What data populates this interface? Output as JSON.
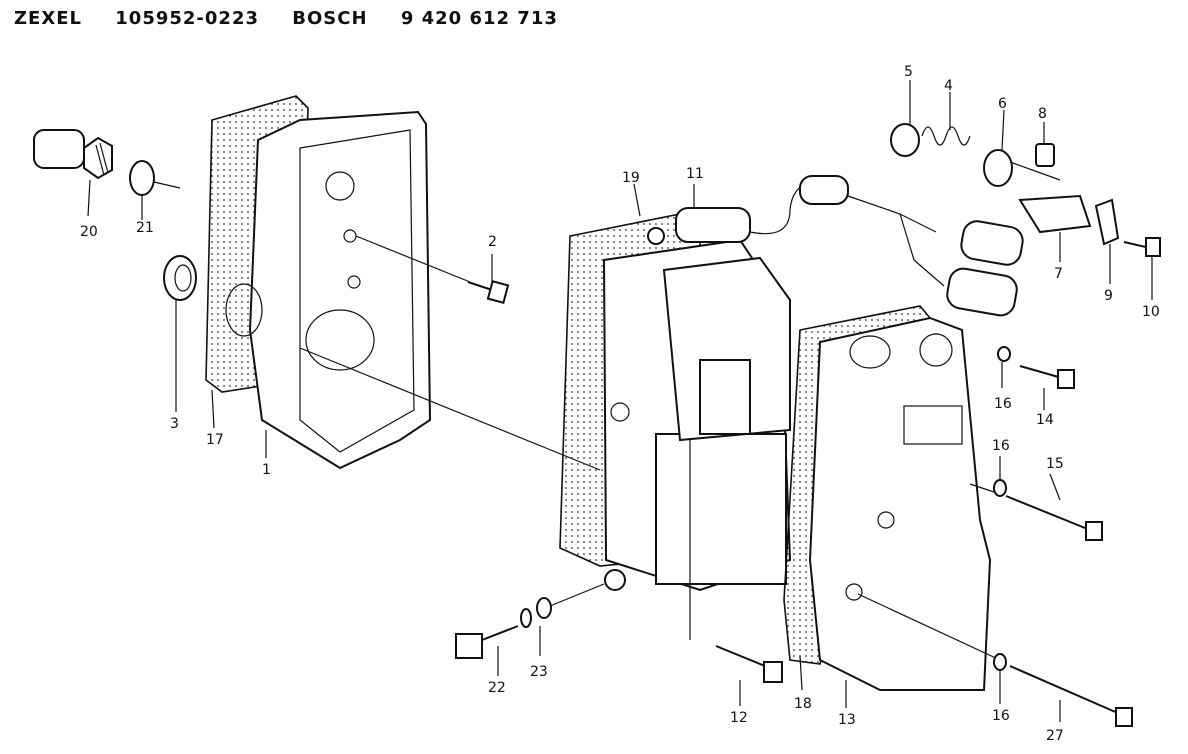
{
  "header": {
    "brand1": "ZEXEL",
    "code1": "105952-0223",
    "brand2": "BOSCH",
    "code2": "9 420 612 713"
  },
  "labels": {
    "l1": "1",
    "l2": "2",
    "l3": "3",
    "l4": "4",
    "l5": "5",
    "l6": "6",
    "l7": "7",
    "l8": "8",
    "l9": "9",
    "l10": "10",
    "l11": "11",
    "l12": "12",
    "l13": "13",
    "l14": "14",
    "l15": "15",
    "l16a": "16",
    "l16b": "16",
    "l16c": "16",
    "l17": "17",
    "l18": "18",
    "l19": "19",
    "l20": "20",
    "l21": "21",
    "l22": "22",
    "l23": "23",
    "l27": "27"
  }
}
